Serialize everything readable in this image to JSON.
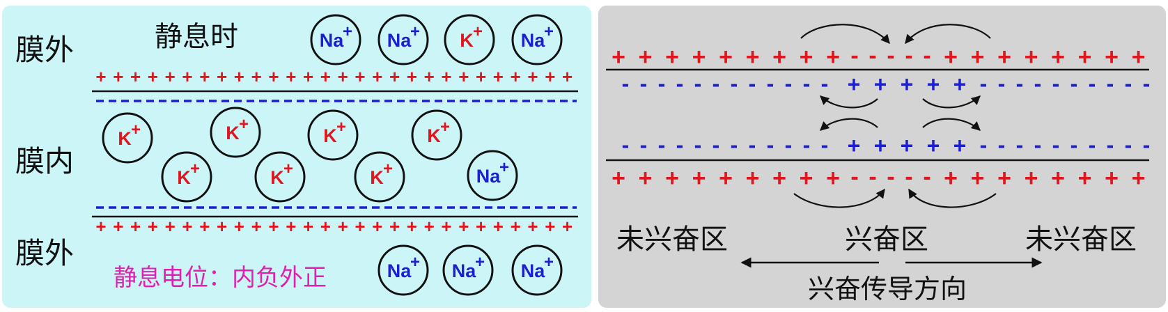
{
  "left_panel": {
    "title": "静息时",
    "label_outside_top": "膜外",
    "label_inside": "膜内",
    "label_outside_bottom": "膜外",
    "caption": "静息电位：内负外正",
    "ions_outside_top": [
      {
        "symbol": "Na",
        "charge": "+"
      },
      {
        "symbol": "Na",
        "charge": "+"
      },
      {
        "symbol": "K",
        "charge": "+"
      },
      {
        "symbol": "Na",
        "charge": "+"
      }
    ],
    "ions_inside": [
      {
        "symbol": "K",
        "charge": "+"
      },
      {
        "symbol": "K",
        "charge": "+"
      },
      {
        "symbol": "K",
        "charge": "+"
      },
      {
        "symbol": "K",
        "charge": "+"
      },
      {
        "symbol": "K",
        "charge": "+"
      },
      {
        "symbol": "K",
        "charge": "+"
      },
      {
        "symbol": "K",
        "charge": "+"
      },
      {
        "symbol": "Na",
        "charge": "+"
      }
    ],
    "ions_outside_bottom": [
      {
        "symbol": "Na",
        "charge": "+"
      },
      {
        "symbol": "Na",
        "charge": "+"
      },
      {
        "symbol": "Na",
        "charge": "+"
      }
    ]
  },
  "right_panel": {
    "label_left_unexcited": "未兴奋区",
    "label_excited": "兴奋区",
    "label_right_unexcited": "未兴奋区",
    "direction_label": "兴奋传导方向"
  },
  "colors": {
    "left_bg": "#ccf5f7",
    "right_bg": "#d4d4d4",
    "positive": "#e0161e",
    "negative": "#1b1fd0",
    "na": "#1b1fd0",
    "k": "#e0161e",
    "caption": "#e020b0",
    "line": "#111111"
  }
}
